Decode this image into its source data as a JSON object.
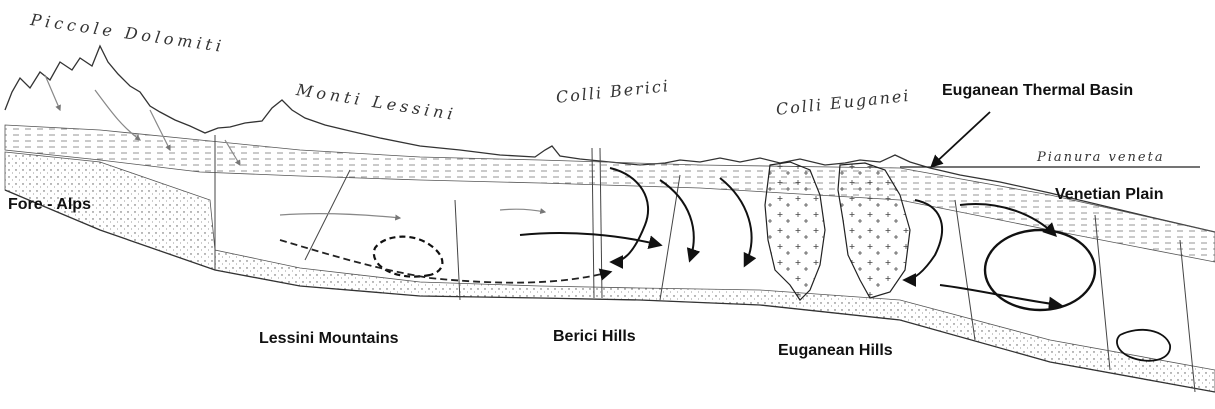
{
  "handwritten_labels": {
    "piccole_dolomiti": "Piccole Dolomiti",
    "monti_lessini": "Monti Lessini",
    "colli_berici": "Colli Berici",
    "colli_euganei": "Colli Euganei",
    "pianura_veneta": "Pianura veneta"
  },
  "labels": {
    "euganean_thermal_basin": "Euganean Thermal Basin",
    "fore_alps": "Fore - Alps",
    "venetian_plain": "Venetian Plain",
    "lessini_mountains": "Lessini Mountains",
    "berici_hills": "Berici Hills",
    "euganean_hills": "Euganean Hills"
  }
}
